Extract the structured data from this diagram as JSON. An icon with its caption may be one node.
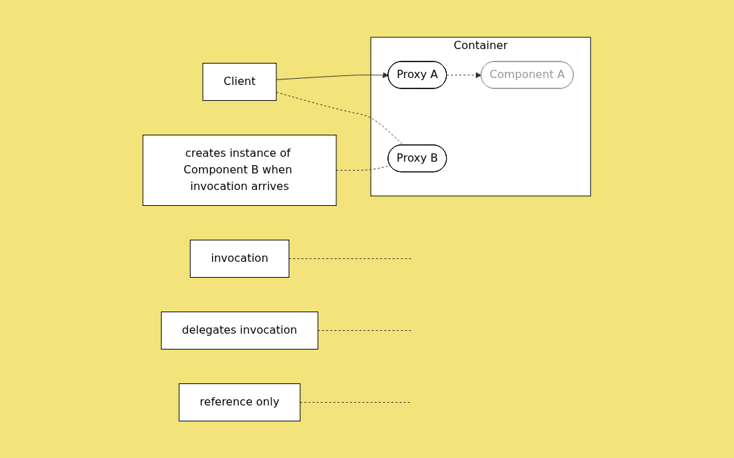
{
  "diagram": {
    "nodes": [
      {
        "text": [
          "Container"
        ]
      },
      {
        "text": [
          "Component A"
        ],
        "in": 0
      },
      {
        "text": [
          "Proxy A"
        ],
        "in": 0
      },
      {
        "text": [
          "Proxy B"
        ],
        "in": 0
      },
      {
        "text": [
          "Client"
        ]
      },
      {
        "text": [
          "invocation"
        ]
      },
      {
        "text": [
          "delegates invocation"
        ]
      },
      {
        "text": [
          "reference only"
        ]
      },
      {
        "text": [
          "creates instance of Component B when invocation arrives"
        ]
      }
    ],
    "edges": [
      {
        "from": 4,
        "to": 2,
        "arrow": "to"
      },
      {
        "from": 2,
        "to": 1,
        "arrow": "to",
        "style": "dashed"
      },
      {
        "from": 4,
        "to": 3,
        "arrow": "none",
        "style": "dashed"
      },
      {
        "from": 5,
        "to": null,
        "arrow": "none",
        "style": "dashed"
      },
      {
        "from": 6,
        "to": null,
        "arrow": "none",
        "style": "dashed"
      },
      {
        "from": 7,
        "to": null,
        "arrow": "none",
        "style": "dashed"
      },
      {
        "from": 8,
        "to": 3,
        "arrow": "none",
        "style": "dashed"
      }
    ]
  }
}
